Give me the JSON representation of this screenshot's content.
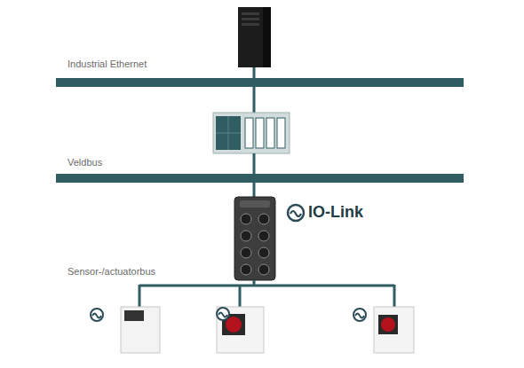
{
  "diagram": {
    "nodes": [
      {
        "text": [
          "Industrial Ethernet"
        ]
      },
      {
        "text": [
          "Veldbus"
        ]
      }
    ],
    "labels": [
      "IO-Link",
      "Sensor-/actuatorbus"
    ]
  }
}
